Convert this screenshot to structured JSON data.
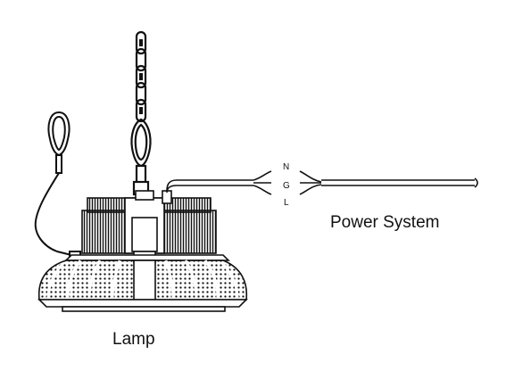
{
  "labels": {
    "lamp": "Lamp",
    "power_system": "Power System",
    "wires": {
      "n": "N",
      "g": "G",
      "l": "L"
    }
  },
  "icons": {
    "chain": "chain-icon",
    "carabiner": "carabiner-icon",
    "lamp": "high-bay-lamp-icon",
    "cable": "power-cable-icon"
  }
}
